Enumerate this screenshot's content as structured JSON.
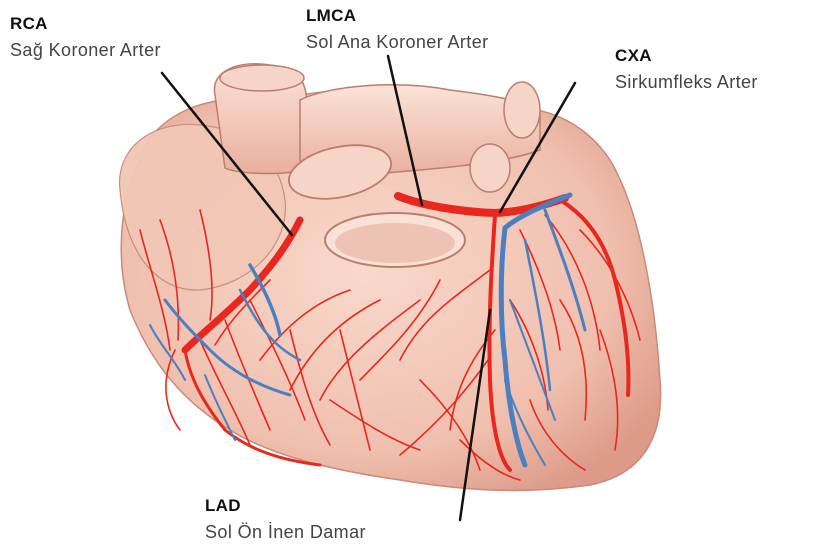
{
  "labels": {
    "rca": {
      "abbr": "RCA",
      "full": "Sağ Koroner Arter"
    },
    "lmca": {
      "abbr": "LMCA",
      "full": "Sol Ana Koroner Arter"
    },
    "cxa": {
      "abbr": "CXA",
      "full": "Sirkumfleks Arter"
    },
    "lad": {
      "abbr": "LAD",
      "full": "Sol Ön İnen Damar"
    }
  },
  "colors": {
    "heart_fill": "#f2c4b3",
    "heart_shade": "#e3a594",
    "vessel_fill": "#f7d6c9",
    "artery": "#e8281e",
    "vein": "#4a7fc0",
    "leader_line": "#111111"
  },
  "image": {
    "subject": "heart-with-coronary-arteries-illustration"
  }
}
